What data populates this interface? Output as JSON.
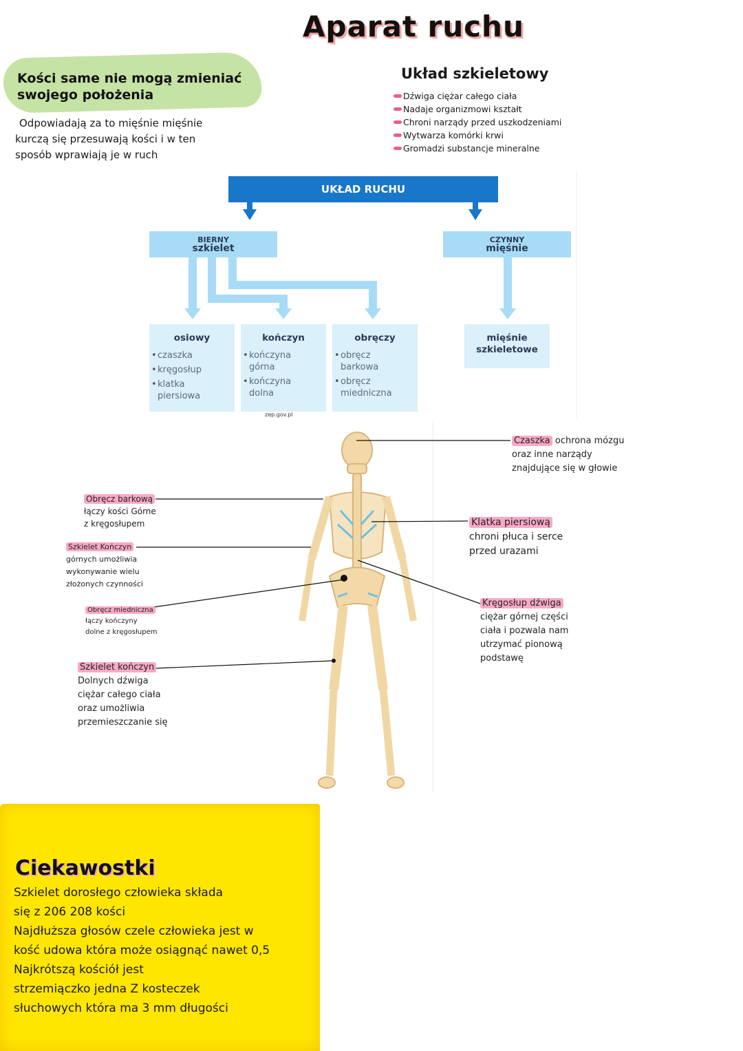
{
  "title": "Aparat ruchu",
  "intro": {
    "heading_line1": "Kości same nie mogą zmieniać",
    "heading_line2": "swojego położenia",
    "lines": [
      "Odpowiadają za to mięśnie mięśnie",
      "kurczą się przesuwają kości i w ten",
      "sposób wprawiają je w ruch"
    ]
  },
  "skeletal_system": {
    "title": "Układ szkieletowy",
    "items": [
      "Dźwiga ciężar całego ciała",
      "Nadaje organizmowi kształt",
      "Chroni narządy przed uszkodzeniami",
      "Wytwarza komórki krwi",
      "Gromadzi substancje mineralne"
    ]
  },
  "diagram": {
    "banner": "UKŁAD RUCHU",
    "passive": {
      "small": "BIERNY",
      "big": "szkielet"
    },
    "active": {
      "small": "CZYNNY",
      "big": "mięśnie"
    },
    "columns": [
      {
        "heading": "osiowy",
        "items": [
          "czaszka",
          "kręgosłup",
          "klatka piersiowa"
        ]
      },
      {
        "heading": "kończyn",
        "items": [
          "kończyna górna",
          "kończyna dolna"
        ]
      },
      {
        "heading": "obręczy",
        "items": [
          "obręcz barkowa",
          "obręcz miedniczna"
        ]
      }
    ],
    "muscles_box": "mięśnie szkieletowe",
    "credit": "zep.gov.pl"
  },
  "labels": {
    "czaszka": {
      "hl": "Czaszka",
      "rest": "ochrona mózgu",
      "l2": "oraz inne narządy",
      "l3": "znajdujące się w głowie"
    },
    "klatka": {
      "hl": "Klatka piersiową",
      "l2": "chroni płuca i serce",
      "l3": "przed urazami"
    },
    "kregoslup": {
      "hl": "Kręgosłup dźwiga",
      "l2": "ciężar górnej części",
      "l3": "ciała i pozwala nam",
      "l4": "utrzymać pionową",
      "l5": "podstawę"
    },
    "barkowa": {
      "hl": "Obręcz barkową",
      "l2": "łączy kości Górne",
      "l3": "z kręgosłupem"
    },
    "gorne": {
      "hl": "Szkielet Kończyn",
      "l2": "górnych umożliwia",
      "l3": "wykonywanie wielu",
      "l4": "złożonych czynności"
    },
    "miedniczna": {
      "hl": "Obręcz miedniczna",
      "l2": "łączy kończyny",
      "l3": "dolne z kręgosłupem"
    },
    "dolne": {
      "hl": "Szkielet kończyn",
      "l2": "Dolnych dźwiga",
      "l3": "ciężar całego ciała",
      "l4": "oraz umożliwia",
      "l5": "przemieszczanie się"
    }
  },
  "trivia": {
    "title": "Ciekawostki",
    "lines": [
      "Szkielet dorosłego człowieka składa",
      "się z 206 208 kości",
      "Najdłuższa głosów czele człowieka jest w",
      "kość udowa która może osiągnąć nawet 0,5",
      "Najkrótszą kościół jest",
      "strzemiączko jedna Z kosteczek",
      "słuchowych która ma 3 mm długości"
    ]
  },
  "colors": {
    "banner": "#1877c9",
    "header_box": "#a8dcf6",
    "column_box": "#daf0fb",
    "highlight": "#f7a9c6",
    "trivia_bg": "#ffe600",
    "note_green": "#bfe09a"
  }
}
